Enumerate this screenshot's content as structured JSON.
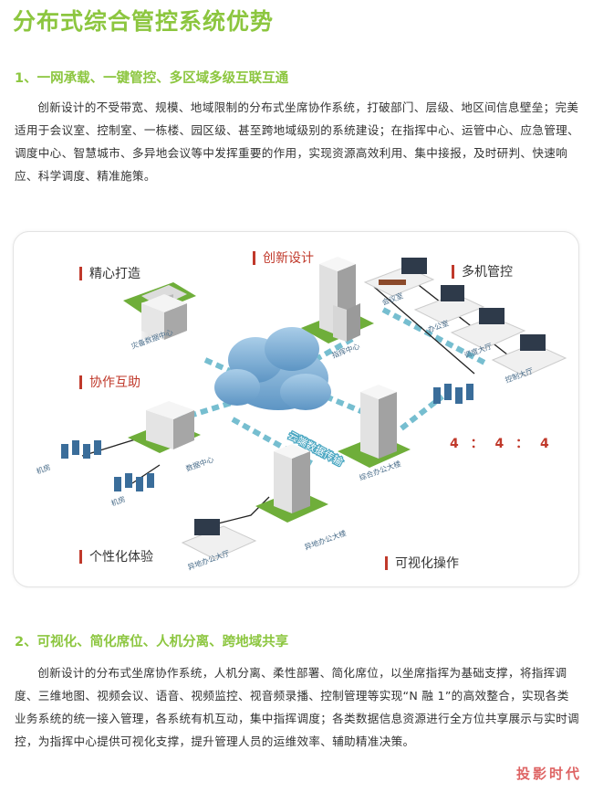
{
  "page": {
    "title": "分布式综合管控系统优势"
  },
  "section1": {
    "heading": "1、一网承载、一键管控、多区域多级互联互通",
    "body": "创新设计的不受带宽、规模、地域限制的分布式坐席协作系统，打破部门、层级、地区间信息壁垒；完美适用于会议室、控制室、一栋楼、园区级、甚至跨地域级别的系统建设；在指挥中心、运管中心、应急管理、调度中心、智慧城市、多异地会议等中发挥重要的作用，实现资源高效利用、集中接报，及时研判、快速响应、科学调度、精准施策。"
  },
  "diagram": {
    "features": {
      "craft": "精心打造",
      "innovation": "创新设计",
      "multi_control": "多机管控",
      "collaboration": "协作互助",
      "personalized": "个性化体验",
      "visual_ops": "可视化操作"
    },
    "ratio": "4 ： 4 ： 4",
    "cloud_text": "云端数据传输",
    "nodes": {
      "disaster_center": "灾备数据中心",
      "command_center": "指挥中心",
      "meeting_room": "会议室",
      "office": "办公室",
      "dispatch_hall": "调度大厅",
      "control_hall": "控制大厅",
      "server_room_1": "机房",
      "server_room_2": "机房",
      "data_center": "数据中心",
      "complex_building": "综合办公大楼",
      "remote_building": "异地办公大楼",
      "remote_hall": "异地办公大厅"
    },
    "colors": {
      "accent_green": "#8cc63f",
      "label_red": "#c0392b",
      "cloud_blue": "#7fb3d9",
      "link_blue": "#5fb3c8"
    }
  },
  "section2": {
    "heading": "2、可视化、简化席位、人机分离、跨地域共享",
    "body": "创新设计的分布式坐席协作系统，人机分离、柔性部署、简化席位，以坐席指挥为基础支撑，将指挥调度、三维地图、视频会议、语音、视频监控、视音频录播、控制管理等实现“N 融 1”的高效整合，实现各类业务系统的统一接入管理，各系统有机互动，集中指挥调度；各类数据信息资源进行全方位共享展示与实时调控，为指挥中心提供可视化支撑，提升管理人员的运维效率、辅助精准决策。"
  },
  "watermark": {
    "text": "投影时代"
  }
}
